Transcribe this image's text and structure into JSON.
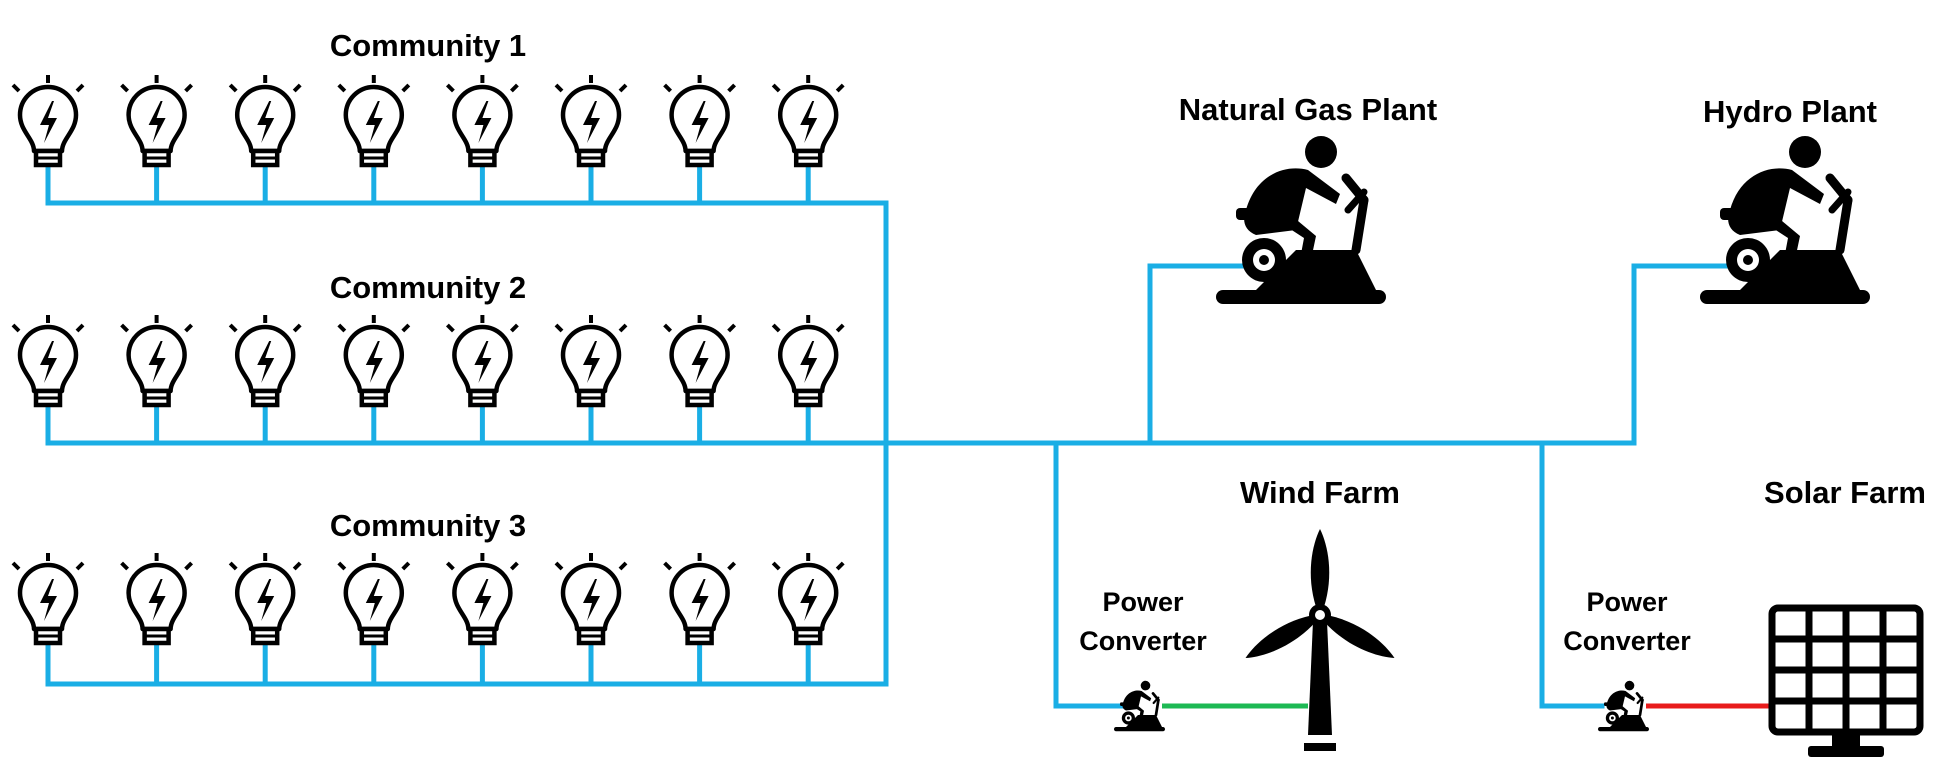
{
  "communities": [
    {
      "label": "Community 1",
      "bulb_count": 8
    },
    {
      "label": "Community 2",
      "bulb_count": 8
    },
    {
      "label": "Community 3",
      "bulb_count": 8
    }
  ],
  "plants": {
    "natural_gas": {
      "label": "Natural Gas Plant",
      "icon": "exercise-bike-icon"
    },
    "hydro": {
      "label": "Hydro Plant",
      "icon": "exercise-bike-icon"
    }
  },
  "farms": {
    "wind": {
      "label": "Wind Farm",
      "converter_label_line1": "Power",
      "converter_label_line2": "Converter",
      "icon": "wind-turbine-icon",
      "link_color": "#1db954"
    },
    "solar": {
      "label": "Solar Farm",
      "converter_label_line1": "Power",
      "converter_label_line2": "Converter",
      "icon": "solar-panel-icon",
      "link_color": "#e81c1c"
    }
  },
  "colors": {
    "grid_wire": "#1aaee5",
    "icon": "#000000"
  }
}
